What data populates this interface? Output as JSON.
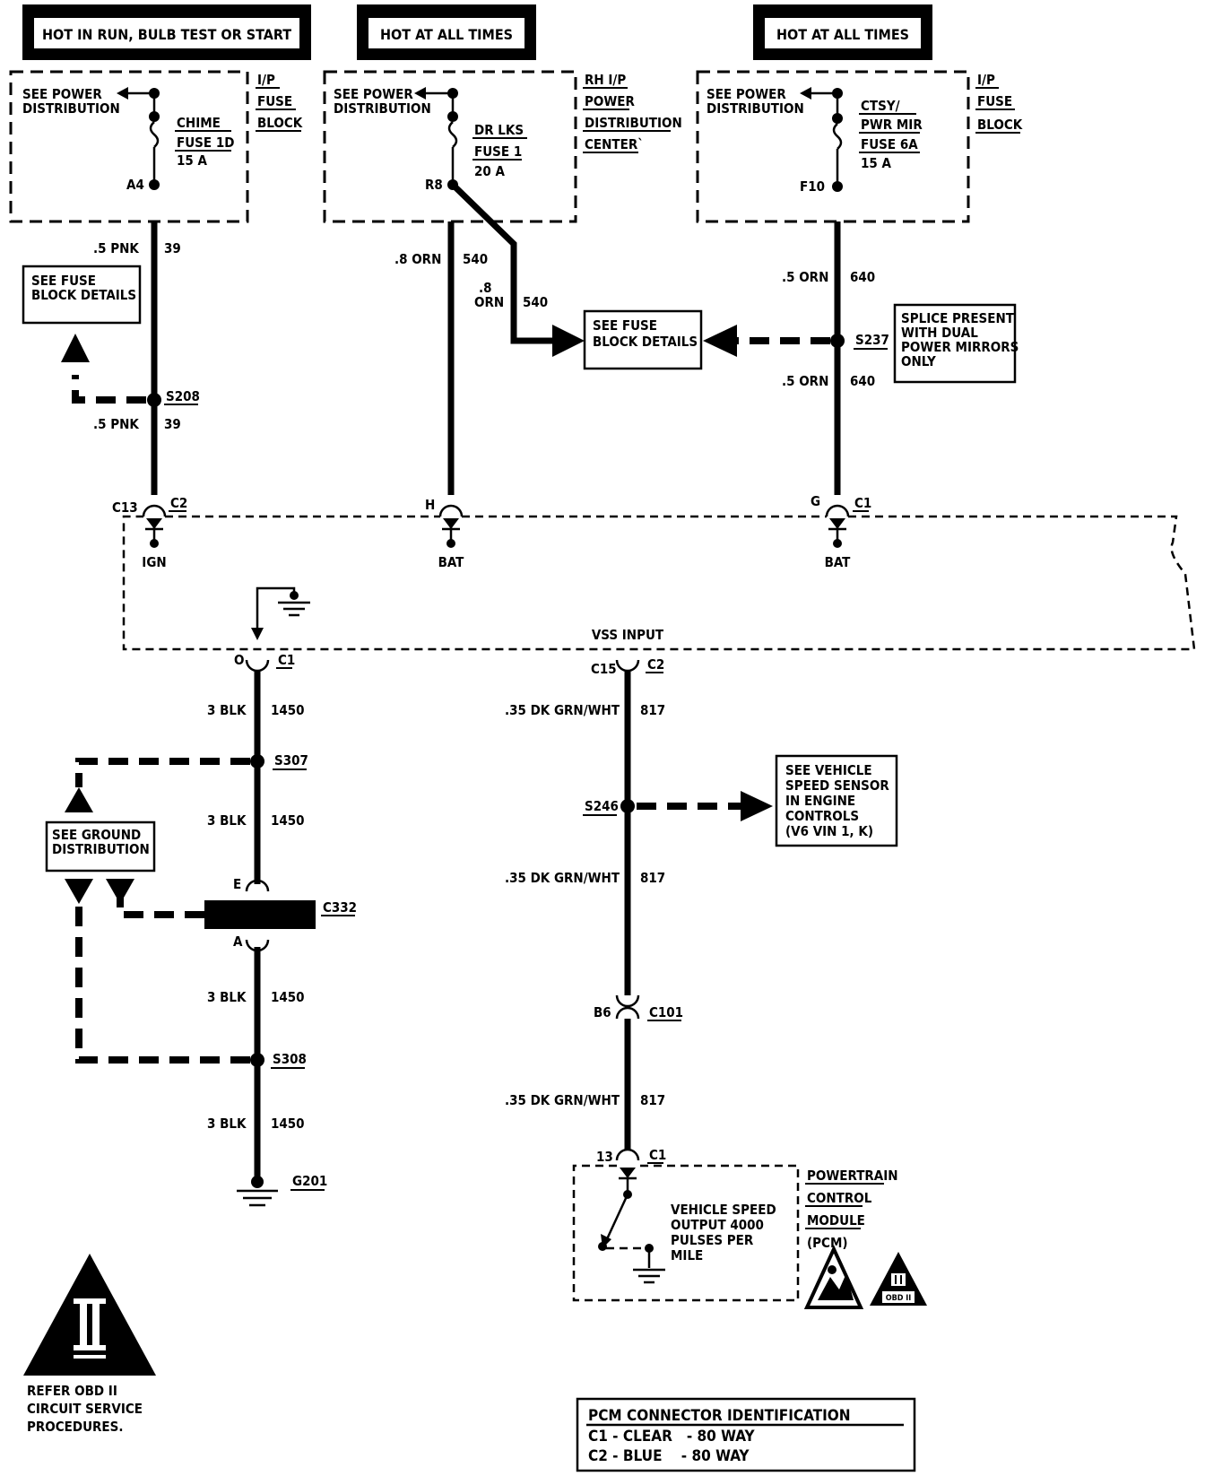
{
  "headers": {
    "left": "HOT IN RUN, BULB TEST OR START",
    "middle": "HOT AT ALL TIMES",
    "right": "HOT AT ALL TIMES"
  },
  "fuse_boxes": {
    "left": {
      "see": [
        "SEE POWER",
        "DISTRIBUTION"
      ],
      "fuse": [
        "CHIME",
        "FUSE 1D",
        "15 A"
      ],
      "pin": "A4",
      "block": [
        "I/P",
        "FUSE",
        "BLOCK"
      ]
    },
    "middle": {
      "see": [
        "SEE POWER",
        "DISTRIBUTION"
      ],
      "fuse": [
        "DR LKS",
        "FUSE 1",
        "20 A"
      ],
      "pin": "R8",
      "block": [
        "RH I/P",
        "POWER",
        "DISTRIBUTION",
        "CENTER`"
      ]
    },
    "right": {
      "see": [
        "SEE POWER",
        "DISTRIBUTION"
      ],
      "fuse": [
        "CTSY/",
        "PWR MIR",
        "FUSE 6A",
        "15 A"
      ],
      "pin": "F10",
      "block": [
        "I/P",
        "FUSE",
        "BLOCK"
      ]
    }
  },
  "wires": {
    "pnk1": ".5 PNK",
    "pnk1_circuit": "39",
    "pnk2": ".5 PNK",
    "pnk2_circuit": "39",
    "orn1": ".8 ORN",
    "orn1_circuit": "540",
    "orn_branch": [
      ".8",
      "ORN"
    ],
    "orn_branch_circuit": "540",
    "orn_r1": ".5 ORN",
    "orn_r1_circuit": "640",
    "orn_r2": ".5 ORN",
    "orn_r2_circuit": "640",
    "blk": "3 BLK",
    "blk_circuit": "1450",
    "grn": ".35 DK GRN/WHT",
    "grn_circuit": "817"
  },
  "boxes": {
    "fuse_details_left": [
      "SEE FUSE",
      "BLOCK DETAILS"
    ],
    "fuse_details_mid": [
      "SEE FUSE",
      "BLOCK DETAILS"
    ],
    "splice_note": [
      "SPLICE PRESENT",
      "WITH DUAL",
      "POWER MIRRORS",
      "ONLY"
    ],
    "ground_dist": [
      "SEE GROUND",
      "DISTRIBUTION"
    ],
    "vss_note": [
      "SEE VEHICLE",
      "SPEED SENSOR",
      "IN ENGINE",
      "CONTROLS",
      "(V6 VIN 1, K)"
    ]
  },
  "splices": {
    "s208": "S208",
    "s237": "S237",
    "s307": "S307",
    "s308": "S308",
    "s246": "S246"
  },
  "connectors": {
    "c13": "C13",
    "c2": "C2",
    "h": "H",
    "g": "G",
    "c1": "C1",
    "ign": "IGN",
    "bat1": "BAT",
    "bat2": "BAT",
    "o": "O",
    "c1b": "C1",
    "vss": "VSS INPUT",
    "c15": "C15",
    "c2b": "C2",
    "e": "E",
    "a": "A",
    "c332": "C332",
    "b6": "B6",
    "c101": "C101",
    "p13": "13",
    "c1c": "C1",
    "g201": "G201"
  },
  "pcm": {
    "name": [
      "POWERTRAIN",
      "CONTROL",
      "MODULE",
      "(PCM)"
    ],
    "output": [
      "VEHICLE SPEED",
      "OUTPUT 4000",
      "PULSES PER",
      "MILE"
    ],
    "obd_badge": "OBD II"
  },
  "obd_note": {
    "numeral": "II",
    "text": [
      "REFER OBD II",
      "CIRCUIT SERVICE",
      "PROCEDURES."
    ]
  },
  "pcm_id": {
    "title": "PCM CONNECTOR IDENTIFICATION",
    "row1": "C1 - CLEAR   - 80 WAY",
    "row2": "C2 - BLUE    - 80 WAY"
  }
}
